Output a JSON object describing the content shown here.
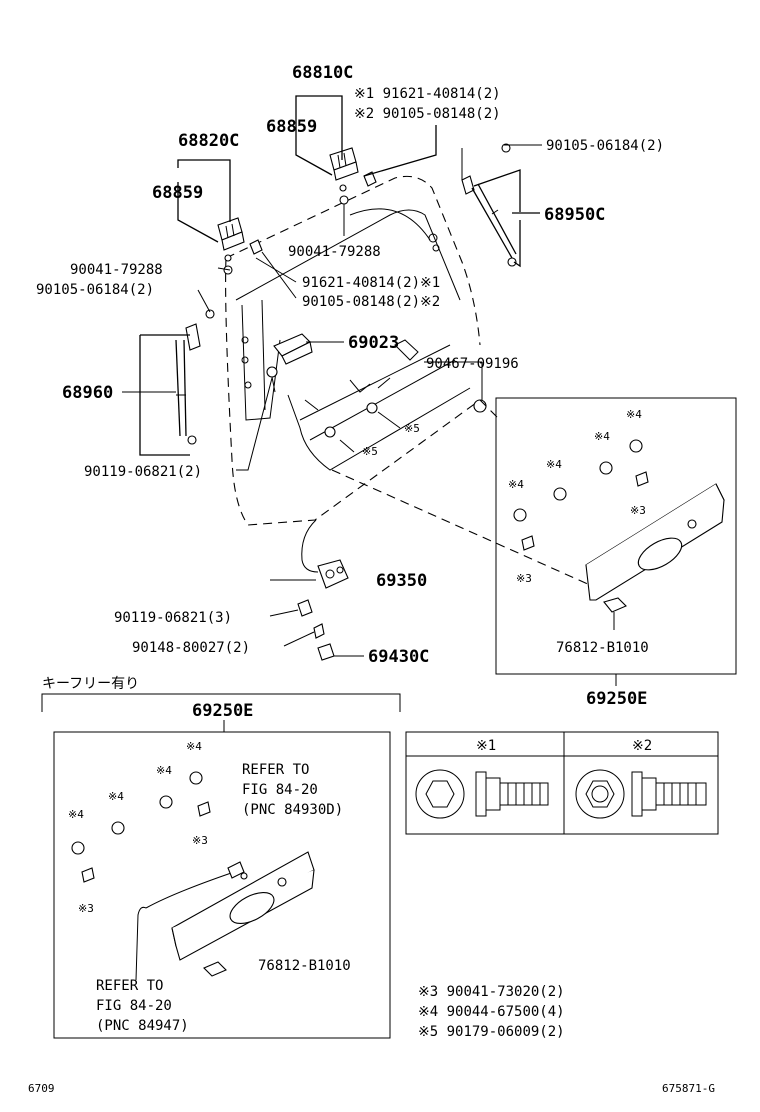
{
  "labels": {
    "p68810C": "68810C",
    "bolt1_top": "※1 91621-40814(2)",
    "bolt2_top": "※2 90105-08148(2)",
    "p68859_a": "68859",
    "p68820C": "68820C",
    "p68859_b": "68859",
    "p90105_06184_r": "90105-06184(2)",
    "p68950C": "68950C",
    "p90041_79288_c": "90041-79288",
    "p90041_79288_l": "90041-79288",
    "p90105_06184_l": "90105-06184(2)",
    "bolt1_mid": "91621-40814(2)※1",
    "bolt2_mid": "90105-08148(2)※2",
    "p69023": "69023",
    "p90467_09196": "90467-09196",
    "p68960": "68960",
    "p90119_06821_2": "90119-06821(2)",
    "p69350": "69350",
    "p90119_06821_3": "90119-06821(3)",
    "p90148_80027": "90148-80027(2)",
    "p69430C": "69430C",
    "p76812_r": "76812-B1010",
    "p69250E_r": "69250E",
    "keyfree": "キーフリー有り",
    "p69250E_l": "69250E",
    "refer1_a": "REFER TO",
    "refer1_b": "FIG 84-20",
    "refer1_c": "(PNC 84930D)",
    "refer2_a": "REFER TO",
    "refer2_b": "FIG 84-20",
    "refer2_c": "(PNC 84947)",
    "p76812_l": "76812-B1010",
    "m4": "※4",
    "m3": "※3",
    "m5": "※5",
    "m1": "※1",
    "m2": "※2",
    "leg3": "※3 90041-73020(2)",
    "leg4": "※4 90044-67500(4)",
    "leg5": "※5 90179-06009(2)",
    "page_no": "6709",
    "fig_no": "675871-G"
  }
}
